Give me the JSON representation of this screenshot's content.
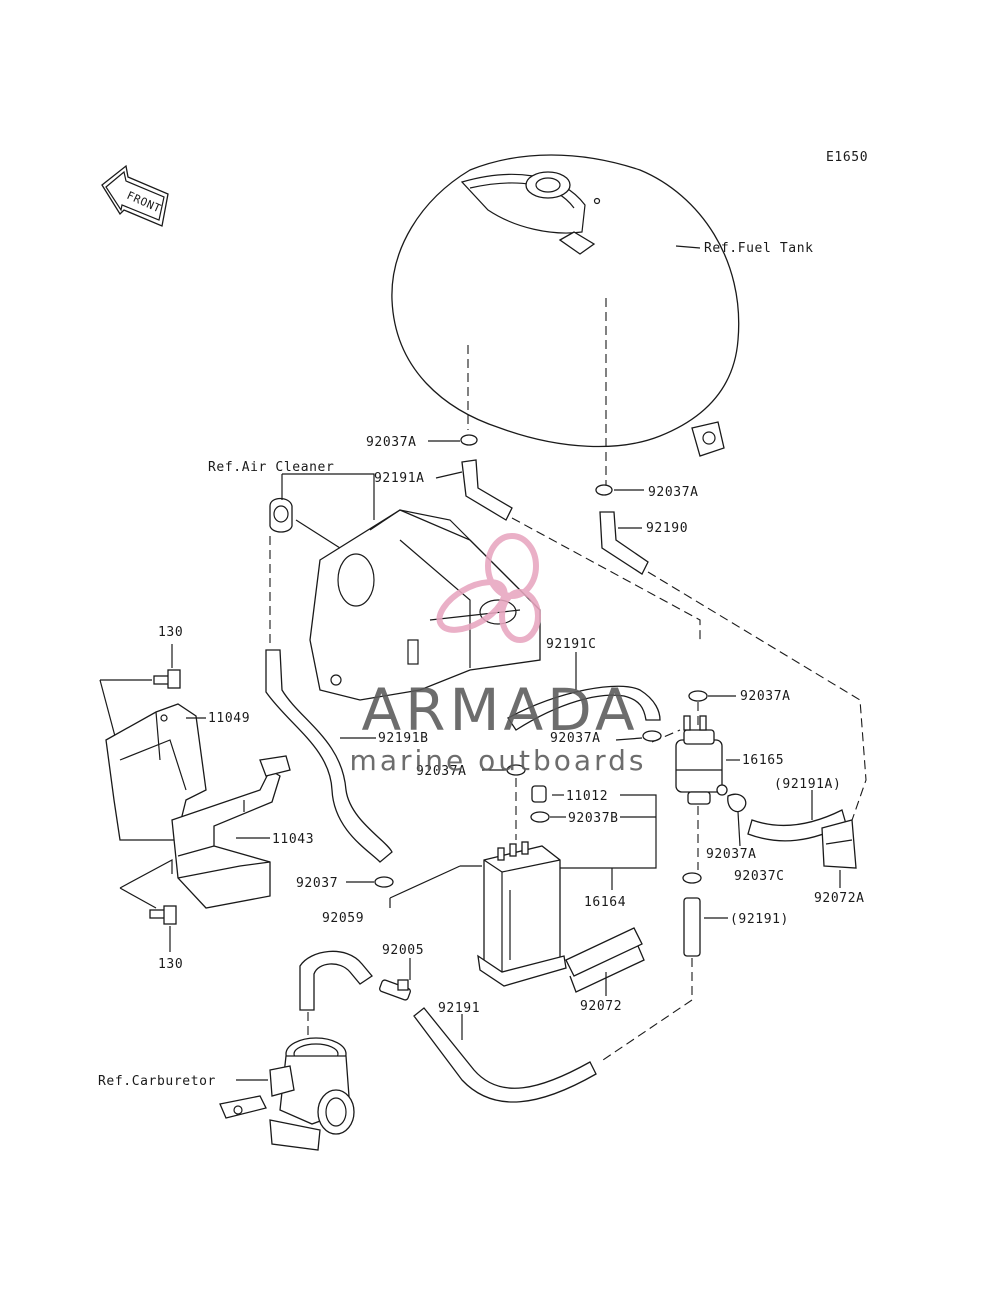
{
  "diagram_code": "E1650",
  "front_arrow_label": "FRONT",
  "refs": {
    "fuel_tank": "Ref.Fuel Tank",
    "air_cleaner": "Ref.Air Cleaner",
    "carburetor": "Ref.Carburetor"
  },
  "parts": {
    "p92037A_tank_left": "92037A",
    "p92191A": "92191A",
    "p92037A_tank_right": "92037A",
    "p92190": "92190",
    "p92191C": "92191C",
    "p92037A_filter_top": "92037A",
    "p92191B": "92191B",
    "p92037A_mid": "92037A",
    "p92037A_canister": "92037A",
    "p16165": "16165",
    "p92191A_paren": "(92191A)",
    "p11012": "11012",
    "p92037B": "92037B",
    "p92037A_filter_side": "92037A",
    "p92037C": "92037C",
    "p92072A": "92072A",
    "p16164": "16164",
    "p92037": "92037",
    "p92059": "92059",
    "p92191_paren": "(92191)",
    "p130_top": "130",
    "p11049": "11049",
    "p11043": "11043",
    "p130_bottom": "130",
    "p92005": "92005",
    "p92191": "92191",
    "p92072": "92072"
  },
  "watermark": {
    "brand": "ARMADA",
    "tagline": "marine outboards",
    "accent_color": "#e8a6c0",
    "text_color": "#5a5a5a"
  }
}
